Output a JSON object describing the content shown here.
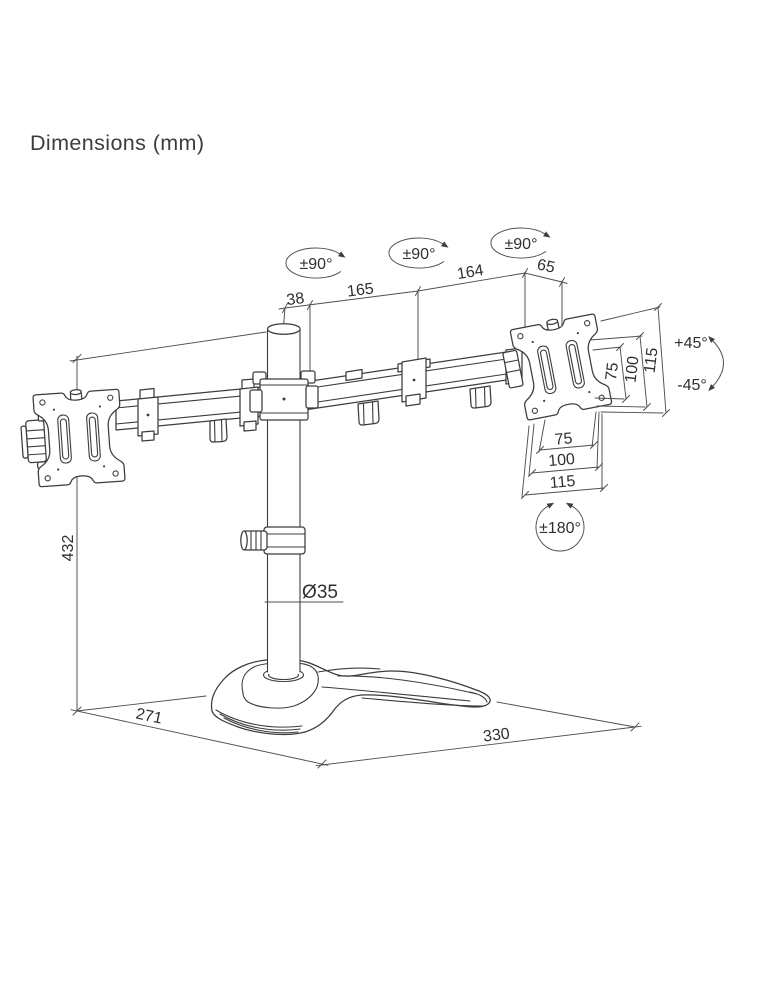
{
  "title": "Dimensions (mm)",
  "dims": {
    "arm_38": "38",
    "arm_165": "165",
    "arm_164": "164",
    "arm_65": "65",
    "height_432": "432",
    "pole_dia": "Ø35",
    "base_depth_271": "271",
    "base_width_330": "330",
    "vesa_v_75": "75",
    "vesa_v_100": "100",
    "vesa_v_115": "115",
    "vesa_h_75": "75",
    "vesa_h_100": "100",
    "vesa_h_115": "115"
  },
  "rotations": {
    "swivel_1": "±90°",
    "swivel_2": "±90°",
    "swivel_3": "±90°",
    "tilt_up": "+45°",
    "tilt_down": "-45°",
    "rotate_180": "±180°"
  },
  "colors": {
    "line": "#3c3c3c",
    "dimension": "#4e4e4e",
    "text": "#2f2f2f",
    "background": "#ffffff"
  }
}
